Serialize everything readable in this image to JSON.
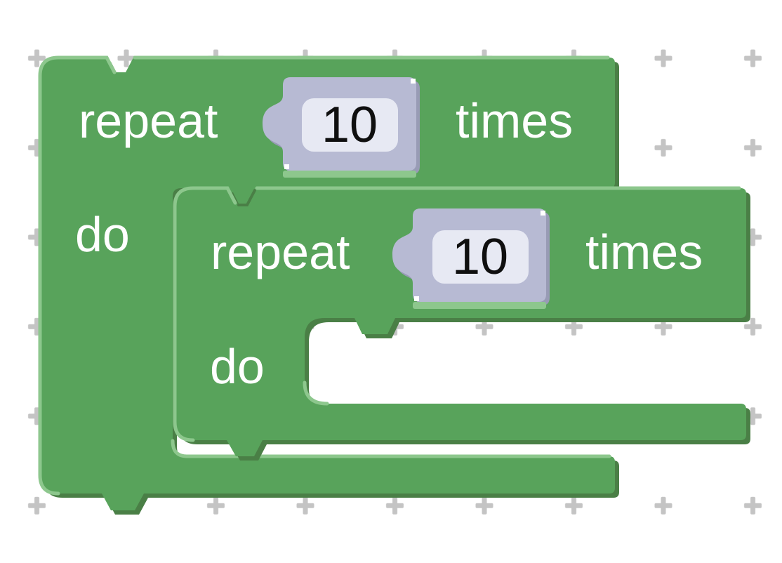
{
  "app": {
    "name": "Blockly workspace"
  },
  "colors": {
    "workspace_bg": "#ffffff",
    "grid_cross": "#c4c4c4",
    "block_green": "#58a35b",
    "block_green_dark": "#4a7f46",
    "block_green_light": "#8dc78d",
    "shadow_block_fill": "#b7bad3",
    "shadow_block_dark": "#989bb5",
    "field_bg": "#e7e9f3",
    "label_color": "#ffffff",
    "field_text_color": "#0f0f0f"
  },
  "blocks": {
    "outer": {
      "kind": "repeat-times-loop",
      "repeat_label": "repeat",
      "times_label": "times",
      "do_label": "do",
      "count": "10"
    },
    "inner": {
      "kind": "repeat-times-loop",
      "repeat_label": "repeat",
      "times_label": "times",
      "do_label": "do",
      "count": "10"
    }
  }
}
